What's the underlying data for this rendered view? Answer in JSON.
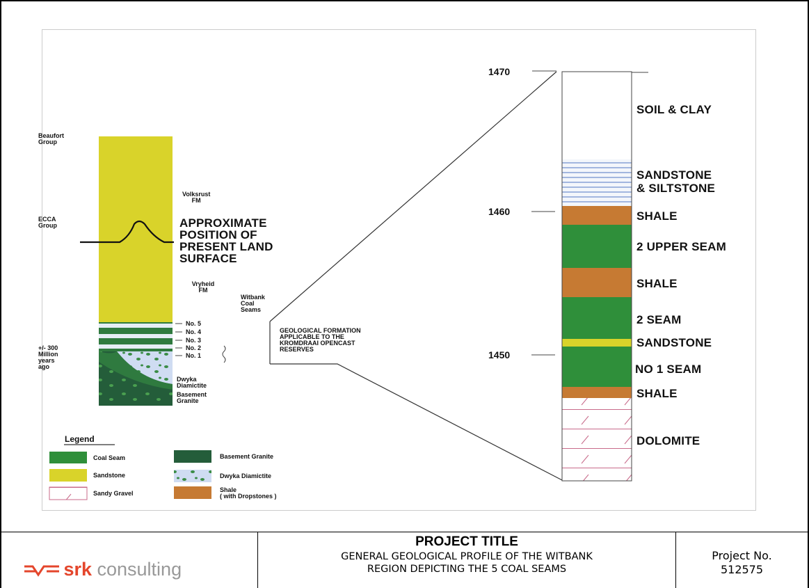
{
  "left_column": {
    "group_beaufort": [
      "Beaufort",
      "Group"
    ],
    "group_ecca": [
      "ECCA",
      "Group"
    ],
    "fm_volksrust": [
      "Volksrust",
      "FM"
    ],
    "fm_vryheid": [
      "Vryheid",
      "FM"
    ],
    "witbank": [
      "Witbank",
      "Coal",
      "Seams"
    ],
    "approx": [
      "APPROXIMATE",
      "POSITION OF",
      "PRESENT LAND",
      "SURFACE"
    ],
    "seam_labels": [
      "No. 5",
      "No. 4",
      "No. 3",
      "No. 2",
      "No. 1"
    ],
    "age": [
      "+/- 300",
      "Million",
      "years",
      "ago"
    ],
    "dwyka": [
      "Dwyka",
      "Diamictite"
    ],
    "basement": [
      "Basement",
      "Granite"
    ]
  },
  "callout": [
    "GEOLOGICAL FORMATION",
    "APPLICABLE TO THE",
    "KROMDRAAI OPENCAST",
    "RESERVES"
  ],
  "legend": {
    "title": "Legend",
    "items": [
      {
        "label": "Coal Seam",
        "color": "#2f8f3a"
      },
      {
        "label": "Sandstone",
        "color": "#d9d32a"
      },
      {
        "label": "Sandy Gravel",
        "color": "#f7eef2"
      },
      {
        "label": "Basement Granite",
        "color": "#245d3a"
      },
      {
        "label": "Dwyka Diamictite",
        "color": "#c7d8f0"
      },
      {
        "label": "Shale",
        "label2": "( with Dropstones )",
        "color": "#c67a33"
      }
    ]
  },
  "elevations": [
    "1470",
    "1460",
    "1450"
  ],
  "layers": [
    "SOIL & CLAY",
    "SANDSTONE",
    "& SILTSTONE",
    "SHALE",
    "2 UPPER SEAM",
    "SHALE",
    "2 SEAM",
    "SANDSTONE",
    "NO 1 SEAM",
    "SHALE",
    "DOLOMITE"
  ],
  "colors": {
    "coal": "#2f8f3a",
    "sandstone": "#d9d32a",
    "shale": "#c67a33",
    "granite": "#245d3a",
    "dwyka": "#c7d8f0",
    "dolomite_line": "#c86a8a"
  },
  "footer": {
    "company_bold": "srk",
    "company_light": " consulting",
    "title": "PROJECT TITLE",
    "subtitle_1": "GENERAL GEOLOGICAL PROFILE OF THE WITBANK",
    "subtitle_2": "REGION DEPICTING THE 5 COAL SEAMS",
    "project_no_label": "Project No.",
    "project_no": "512575"
  }
}
